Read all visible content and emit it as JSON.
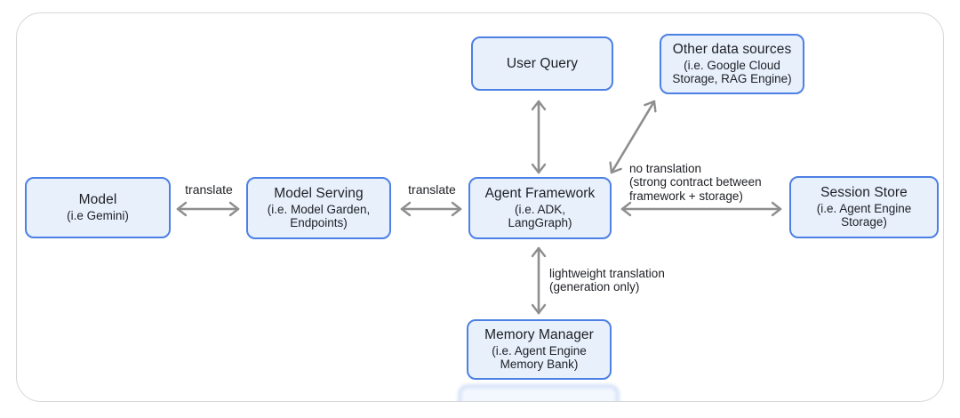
{
  "diagram": {
    "title": "Agent Framework integration diagram",
    "colors": {
      "box_fill": "#e8f0fc",
      "box_border": "#4d80e4",
      "arrow": "#8e8e8e",
      "text": "#1d1f24",
      "frame_border": "#d5d5d5"
    },
    "boxes": [
      {
        "id": "model",
        "title": "Model",
        "subtitle": "(i.e Gemini)"
      },
      {
        "id": "model-serving",
        "title": "Model Serving",
        "subtitle": "(i.e. Model Garden,\nEndpoints)"
      },
      {
        "id": "agent-framework",
        "title": "Agent Framework",
        "subtitle": "(i.e. ADK,\nLangGraph)"
      },
      {
        "id": "user-query",
        "title": "User Query",
        "subtitle": ""
      },
      {
        "id": "other-data-sources",
        "title": "Other data sources",
        "subtitle": "(i.e. Google Cloud\nStorage, RAG Engine)"
      },
      {
        "id": "session-store",
        "title": "Session Store",
        "subtitle": "(i.e. Agent Engine\nStorage)"
      },
      {
        "id": "memory-manager",
        "title": "Memory Manager",
        "subtitle": "(i.e. Agent Engine\nMemory Bank)"
      }
    ],
    "arrow_labels": [
      {
        "id": "translate-left",
        "text": "translate"
      },
      {
        "id": "translate-right",
        "text": "translate"
      },
      {
        "id": "no-translation",
        "text": "no translation\n(strong contract between\nframework + storage)"
      },
      {
        "id": "lightweight-translation",
        "text": "lightweight translation\n(generation only)"
      }
    ],
    "edges": [
      {
        "from": "model",
        "to": "model-serving",
        "bidirectional": true,
        "label": "translate"
      },
      {
        "from": "model-serving",
        "to": "agent-framework",
        "bidirectional": true,
        "label": "translate"
      },
      {
        "from": "agent-framework",
        "to": "session-store",
        "bidirectional": true,
        "label": "no translation (strong contract between framework + storage)"
      },
      {
        "from": "user-query",
        "to": "agent-framework",
        "bidirectional": true,
        "label": ""
      },
      {
        "from": "other-data-sources",
        "to": "agent-framework",
        "bidirectional": true,
        "label": ""
      },
      {
        "from": "agent-framework",
        "to": "memory-manager",
        "bidirectional": true,
        "label": "lightweight translation (generation only)"
      }
    ]
  }
}
